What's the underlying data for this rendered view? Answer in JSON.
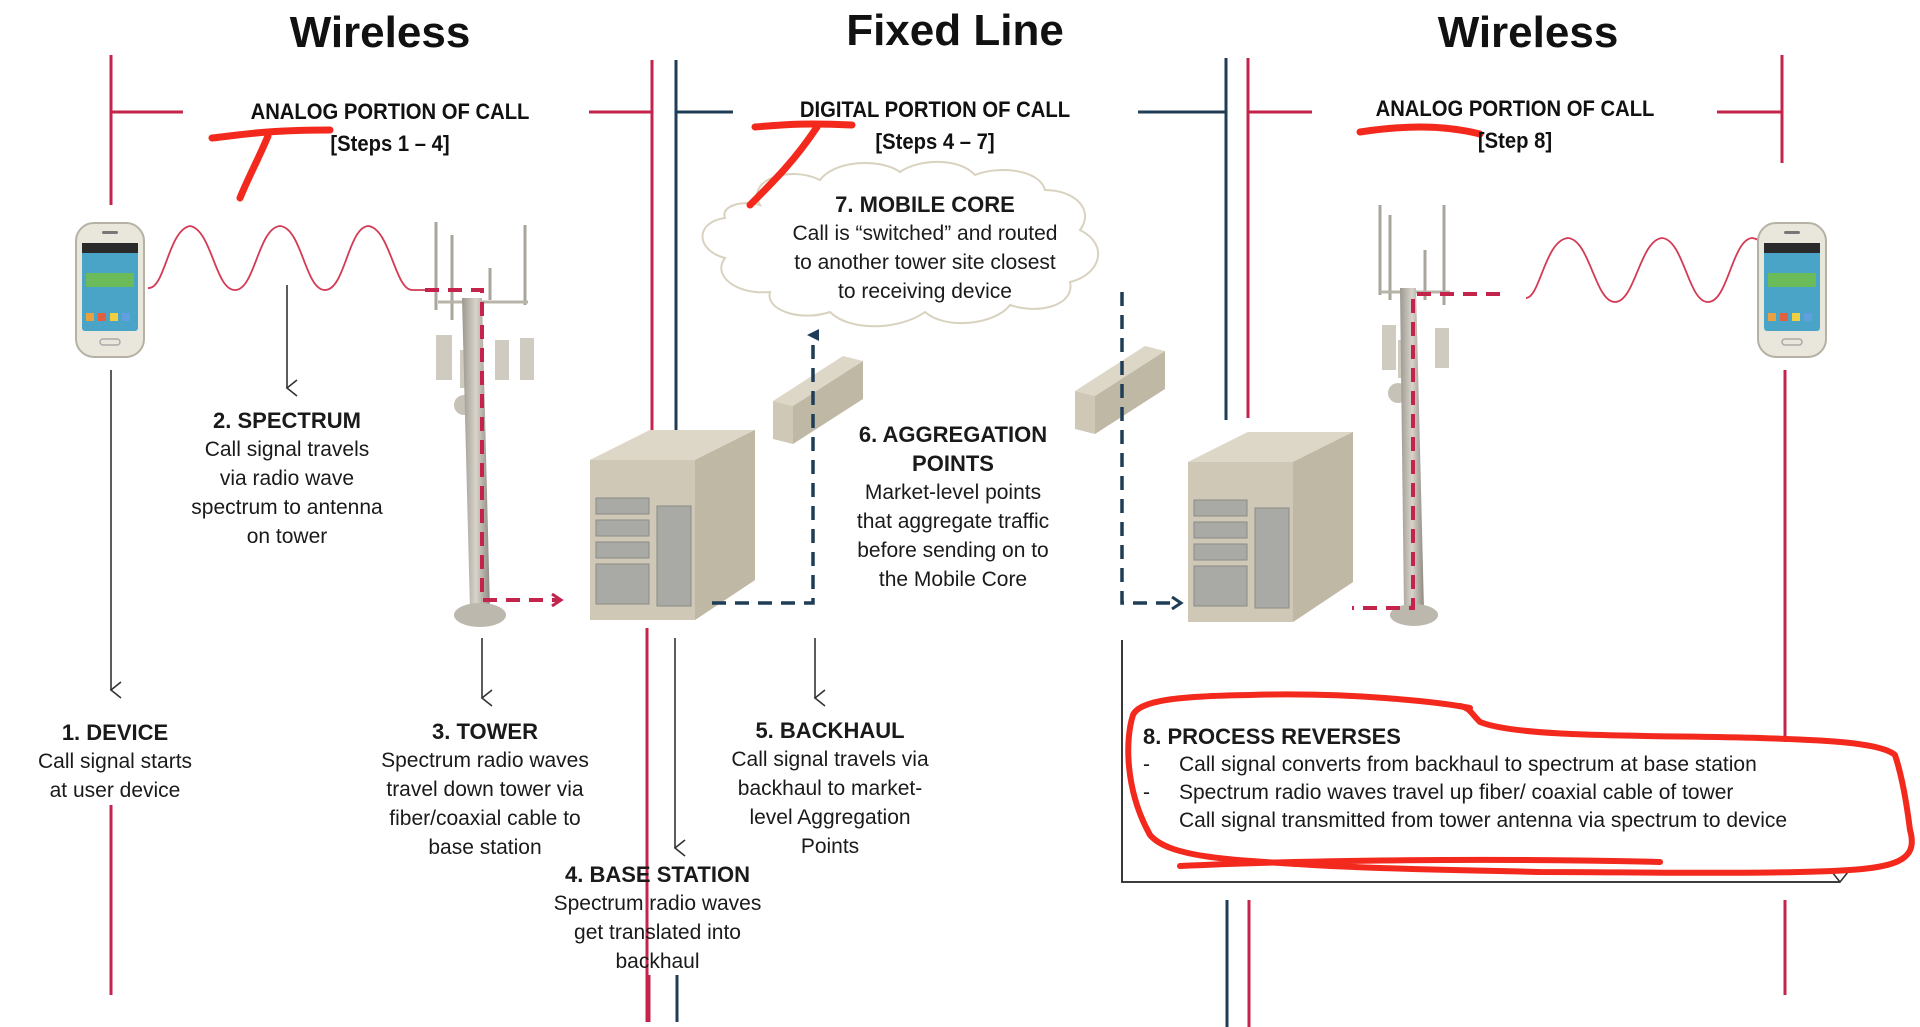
{
  "colors": {
    "wireless_line": "#c4244b",
    "fixed_line": "#1f3d57",
    "annotation_red": "#f2291c",
    "equipment_beige": "#cfc8b6",
    "equipment_panel": "#a9a9a6",
    "cloud_stroke": "#d8d2bf",
    "arrow_dark": "#333333"
  },
  "sections": [
    {
      "title": "Wireless",
      "portion": "ANALOG PORTION OF CALL",
      "steps": "[Steps 1 – 4]"
    },
    {
      "title": "Fixed Line",
      "portion": "DIGITAL PORTION OF CALL",
      "steps": "[Steps 4 – 7]"
    },
    {
      "title": "Wireless",
      "portion": "ANALOG PORTION OF CALL",
      "steps": "[Step 8]"
    }
  ],
  "steps": {
    "device": {
      "head": "1. DEVICE",
      "body": "Call signal starts\nat user device"
    },
    "spectrum": {
      "head": "2. SPECTRUM",
      "body": "Call signal travels\nvia radio wave\nspectrum to antenna\non tower"
    },
    "tower": {
      "head": "3. TOWER",
      "body": "Spectrum radio waves\ntravel down tower via\nfiber/coaxial cable to\nbase station"
    },
    "base_station": {
      "head": "4. BASE STATION",
      "body": "Spectrum radio waves\nget translated into\nbackhaul"
    },
    "backhaul": {
      "head": "5. BACKHAUL",
      "body": "Call signal travels via\nbackhaul to market-\nlevel Aggregation\nPoints"
    },
    "aggregation": {
      "head": "6. AGGREGATION\nPOINTS",
      "body": "Market-level points\nthat aggregate traffic\nbefore sending on to\nthe Mobile Core"
    },
    "mobile_core": {
      "head": "7. MOBILE CORE",
      "body": "Call is “switched” and routed\nto another tower site closest\nto receiving device"
    },
    "process_reverses": {
      "head": "8. PROCESS REVERSES",
      "bullets": [
        {
          "marker": "-",
          "text": "Call signal converts from backhaul to spectrum at base station"
        },
        {
          "marker": "-",
          "text": "Spectrum radio waves travel up fiber/ coaxial cable of tower"
        },
        {
          "marker": "",
          "text": "Call signal transmitted from tower antenna via spectrum to device"
        }
      ]
    }
  },
  "icons": {
    "left_device": "smartphone-icon",
    "right_device": "smartphone-icon",
    "left_tower": "cell-tower-icon",
    "right_tower": "cell-tower-icon",
    "left_base_station": "base-station-icon",
    "right_base_station": "base-station-icon",
    "left_aggregation": "aggregation-point-icon",
    "right_aggregation": "aggregation-point-icon",
    "mobile_core": "cloud-icon"
  }
}
